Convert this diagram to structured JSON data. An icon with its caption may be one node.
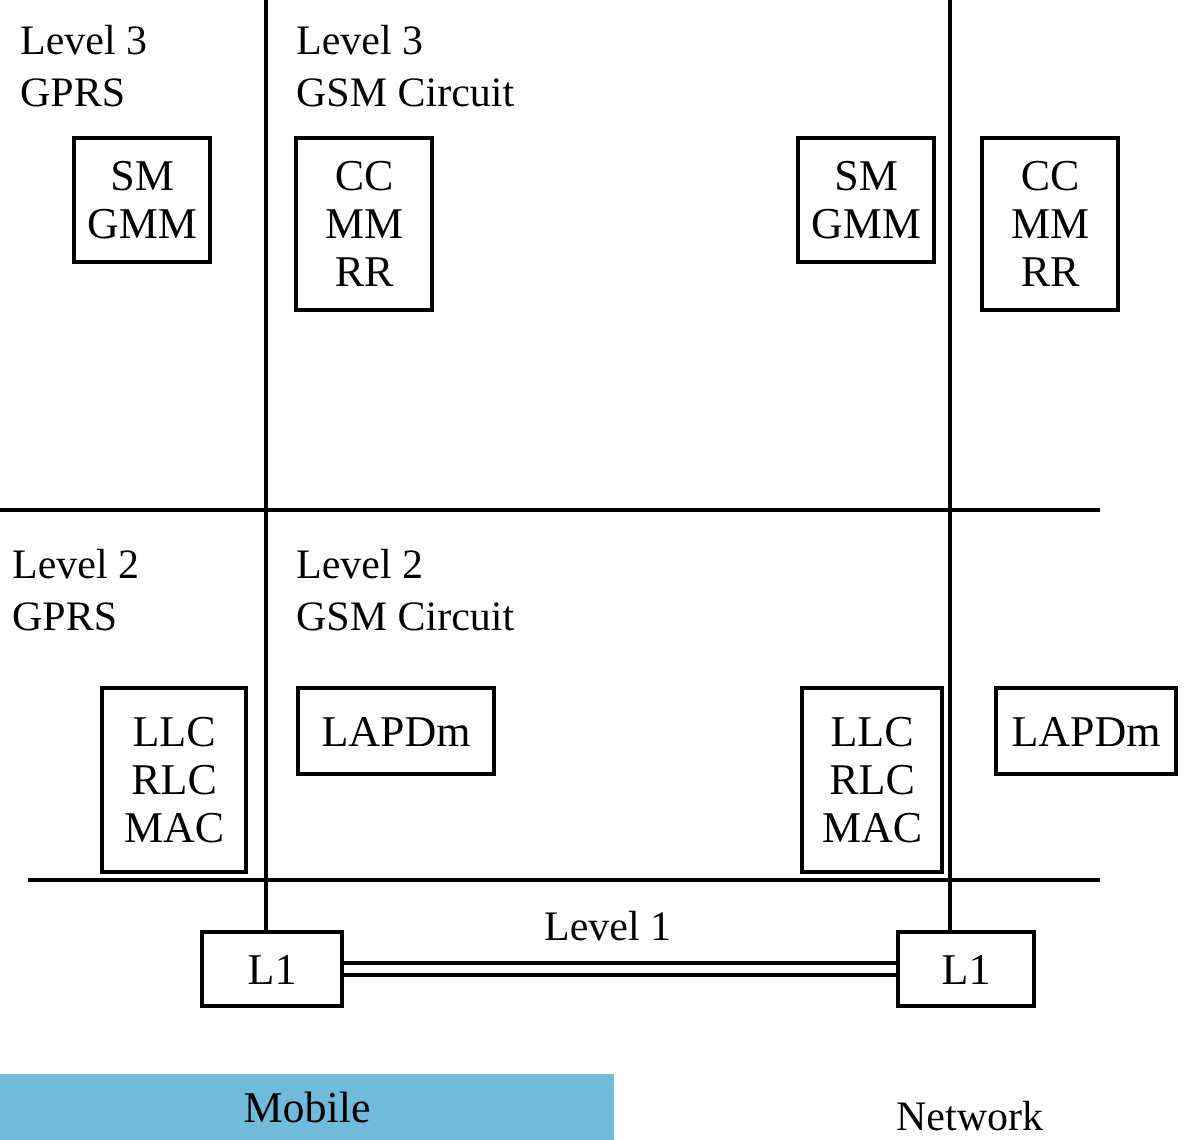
{
  "diagram": {
    "nodes": [
      {
        "text": [
          "SM GMM"
        ]
      },
      {
        "text": [
          "CC MM RR"
        ]
      },
      {
        "text": [
          "SM GMM"
        ]
      },
      {
        "text": [
          "CC MM RR"
        ]
      },
      {
        "text": [
          "LLC RLC MAC"
        ]
      },
      {
        "text": [
          "LAPDm"
        ]
      },
      {
        "text": [
          "LLC RLC MAC"
        ]
      },
      {
        "text": [
          "LAPDm"
        ]
      },
      {
        "text": [
          "L1"
        ]
      },
      {
        "text": [
          "L1"
        ]
      },
      {
        "text": [
          "Mobile"
        ]
      }
    ],
    "edges": [
      {
        "from": 8,
        "to": 9,
        "arrow": "none",
        "label": "Level 1"
      }
    ],
    "labels": [
      "Level 3",
      "GPRS",
      "Level 3",
      "GSM Circuit",
      "Level 2",
      "GPRS",
      "Level 2",
      "GSM Circuit",
      "Network"
    ]
  }
}
